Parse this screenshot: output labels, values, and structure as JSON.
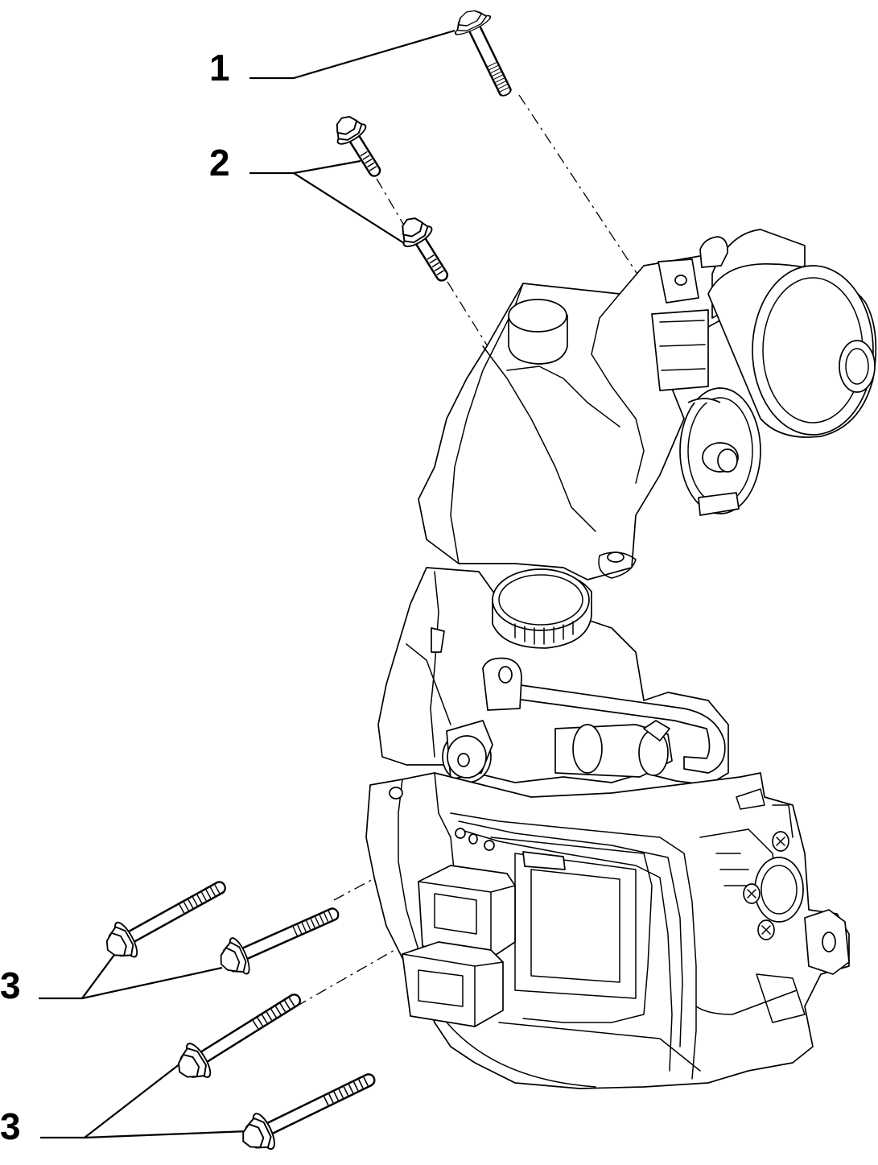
{
  "callouts": [
    {
      "id": "1",
      "label": "1"
    },
    {
      "id": "2",
      "label": "2"
    },
    {
      "id": "3a",
      "label": "3"
    },
    {
      "id": "3b",
      "label": "3"
    }
  ]
}
